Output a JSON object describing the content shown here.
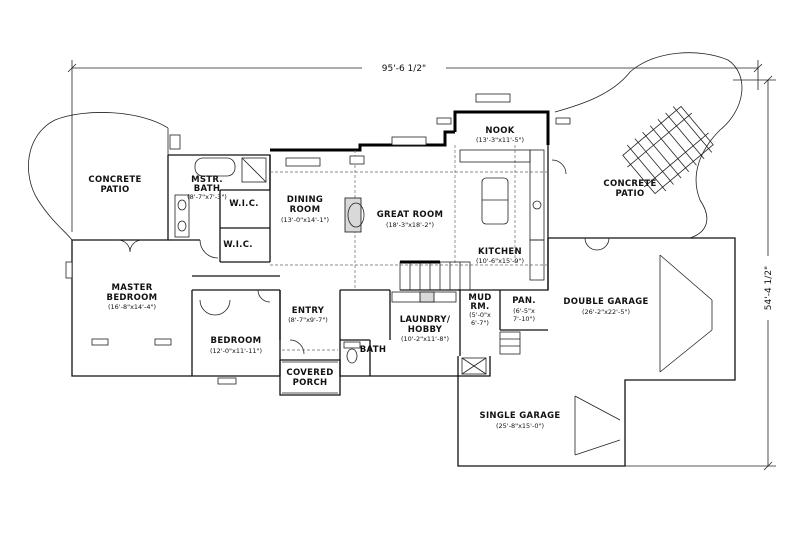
{
  "overall": {
    "width_label": "95'-6 1/2\"",
    "depth_label": "54'-4 1/2\""
  },
  "rooms": {
    "patio_left": {
      "name1": "CONCRETE",
      "name2": "PATIO"
    },
    "mstr_bath": {
      "name1": "MSTR.",
      "name2": "BATH",
      "dims": "(8'-7\"x7'-3\")"
    },
    "wic1": {
      "name": "W.I.C."
    },
    "wic2": {
      "name": "W.I.C."
    },
    "master_bedroom": {
      "name1": "MASTER",
      "name2": "BEDROOM",
      "dims": "(16'-8\"x14'-4\")"
    },
    "dining": {
      "name1": "DINING",
      "name2": "ROOM",
      "dims": "(13'-0\"x14'-1\")"
    },
    "great_room": {
      "name": "GREAT ROOM",
      "dims": "(18'-3\"x18'-2\")"
    },
    "nook": {
      "name": "NOOK",
      "dims": "(13'-3\"x11'-5\")"
    },
    "kitchen": {
      "name": "KITCHEN",
      "dims": "(10'-6\"x15'-9\")"
    },
    "patio_right": {
      "name1": "CONCRETE",
      "name2": "PATIO"
    },
    "bedroom": {
      "name": "BEDROOM",
      "dims": "(12'-0\"x11'-11\")"
    },
    "entry": {
      "name": "ENTRY",
      "dims": "(8'-7\"x9'-7\")"
    },
    "covered_porch": {
      "name1": "COVERED",
      "name2": "PORCH"
    },
    "bath": {
      "name": "BATH"
    },
    "laundry": {
      "name1": "LAUNDRY/",
      "name2": "HOBBY",
      "dims": "(10'-2\"x11'-8\")"
    },
    "mud_rm": {
      "name1": "MUD",
      "name2": "RM.",
      "dims1": "(5'-0\"x",
      "dims2": "6'-7\")"
    },
    "pan": {
      "name": "PAN.",
      "dims1": "(6'-5\"x",
      "dims2": "7'-10\")"
    },
    "double_garage": {
      "name": "DOUBLE GARAGE",
      "dims": "(26'-2\"x22'-5\")"
    },
    "single_garage": {
      "name": "SINGLE GARAGE",
      "dims": "(25'-8\"x15'-0\")"
    }
  }
}
